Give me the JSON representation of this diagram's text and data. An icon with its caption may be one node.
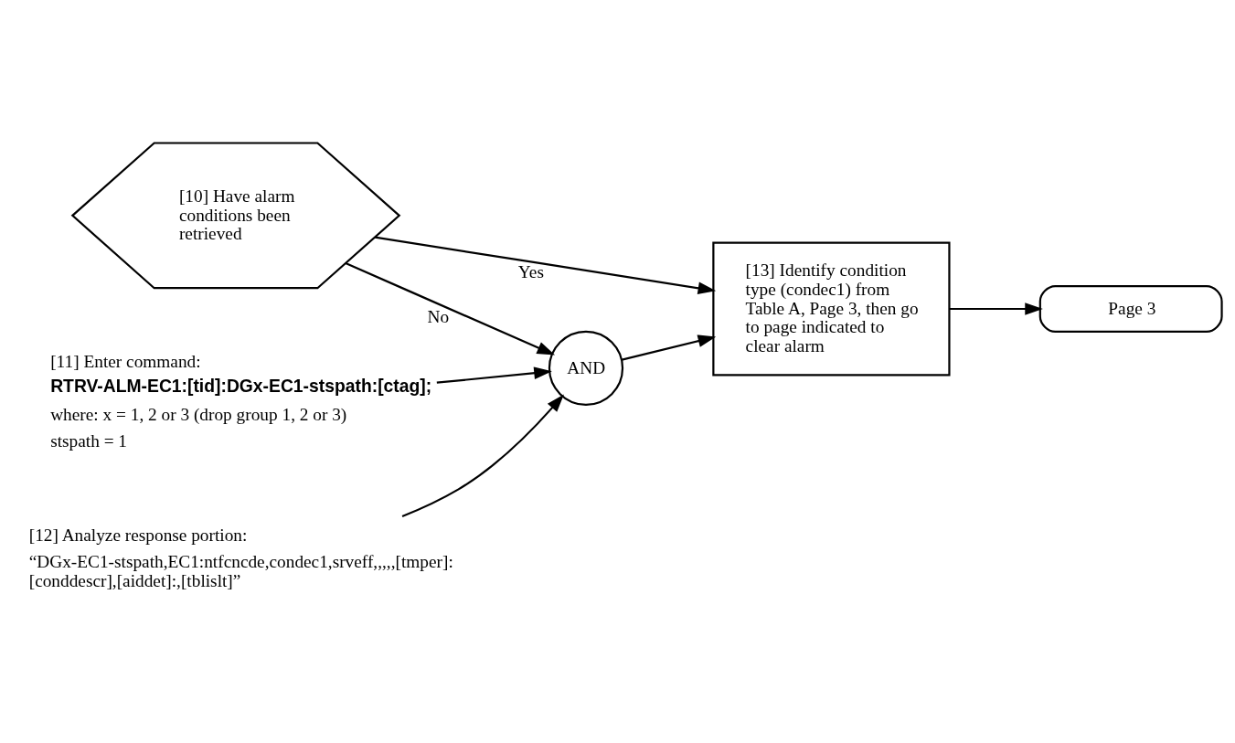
{
  "diagram": {
    "nodes": [
      {
        "text": [
          "[10] Have alarm conditions been retrieved"
        ]
      },
      {
        "text": [
          "[13] Identify condition type (condec1) from Table A, Page 3, then go to page indicated to clear alarm"
        ]
      },
      {
        "text": [
          "Page 3"
        ]
      },
      {
        "text": [
          "[11] Enter command:",
          "RTRV-ALM-EC1:[tid]:DGx-EC1-stspath:[ctag];",
          "where: x = 1, 2 or 3 (drop group 1, 2 or 3)",
          "stspath = 1"
        ]
      },
      {
        "text": [
          "AND"
        ]
      },
      {
        "text": [
          "[12] Analyze response portion:",
          "“DGx-EC1-stspath,EC1:ntfcncde,condec1,srveff,,,,,[tmper]: [conddescr],[aiddet]:,[tblislt]”"
        ]
      }
    ],
    "edges": [
      {
        "from": 0,
        "to": 1,
        "arrow": "to",
        "label": "Yes"
      },
      {
        "from": 0,
        "to": 4,
        "arrow": "to",
        "label": "No"
      },
      {
        "from": 3,
        "to": 4,
        "arrow": "to"
      },
      {
        "from": 5,
        "to": 4,
        "arrow": "to"
      },
      {
        "from": 4,
        "to": 1,
        "arrow": "to"
      },
      {
        "from": 1,
        "to": 2,
        "arrow": "to"
      }
    ]
  }
}
